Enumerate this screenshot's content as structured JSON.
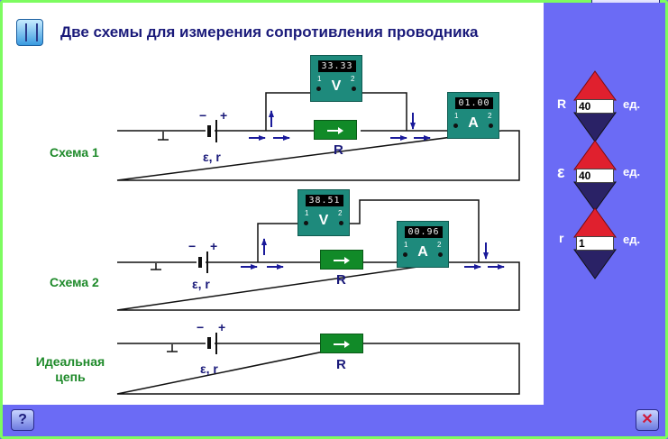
{
  "title": "Две схемы для измерения сопротивления проводника",
  "schemes": [
    {
      "label": "Схема 1",
      "source_label": "ε, r",
      "resistor_label": "R",
      "voltmeter": {
        "reading": "33.33",
        "symbol": "V",
        "terminal1": "1",
        "terminal2": "2"
      },
      "ammeter": {
        "reading": "01.00",
        "symbol": "A",
        "terminal1": "1",
        "terminal2": "2"
      }
    },
    {
      "label": "Схема 2",
      "source_label": "ε, r",
      "resistor_label": "R",
      "voltmeter": {
        "reading": "38.51",
        "symbol": "V",
        "terminal1": "1",
        "terminal2": "2"
      },
      "ammeter": {
        "reading": "00.96",
        "symbol": "A",
        "terminal1": "1",
        "terminal2": "2"
      }
    },
    {
      "label": "Идеальная цепь",
      "source_label": "ε, r",
      "resistor_label": "R"
    }
  ],
  "polarity": {
    "minus": "−",
    "plus": "+"
  },
  "controls": [
    {
      "name": "R",
      "value": "40",
      "unit": "ед."
    },
    {
      "name": "ε",
      "value": "40",
      "unit": "ед."
    },
    {
      "name": "r",
      "value": "1",
      "unit": "ед."
    }
  ],
  "buttons": {
    "help": "?",
    "close": "✕"
  },
  "colors": {
    "background": "#6b6bf5",
    "frame": "#7dfc60",
    "accent": "#1a1a7a",
    "label_green": "#1e8a2a",
    "spinner_red": "#e0202e",
    "spinner_navy": "#2a2266"
  }
}
